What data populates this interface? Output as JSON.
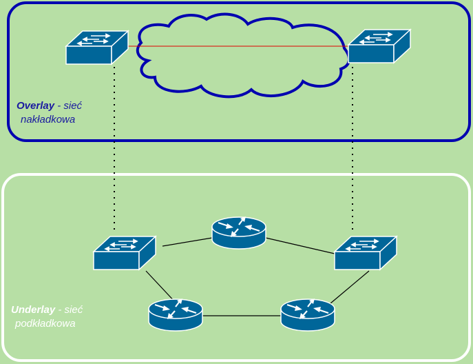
{
  "overlay": {
    "title_bold": "Overlay",
    "title_rest": " - sieć",
    "title_line2": "nakładkowa"
  },
  "underlay": {
    "title_bold": "Underlay",
    "title_rest": " - sieć",
    "title_line2": "podkładkowa"
  },
  "colors": {
    "background": "#b7dfa5",
    "overlay_border": "#0000b0",
    "underlay_border": "#ffffff",
    "device": "#006699",
    "tunnel": "#e00000"
  }
}
